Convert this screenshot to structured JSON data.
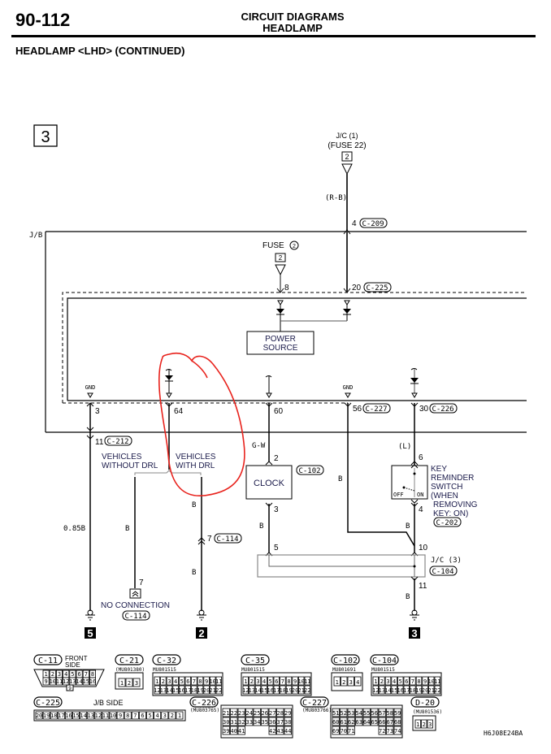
{
  "header": {
    "page_number": "90-112",
    "section": "CIRCUIT DIAGRAMS",
    "subsection": "HEADLAMP"
  },
  "diagram_title": "HEADLAMP <LHD> (CONTINUED)",
  "sheet_number": "3",
  "top_feed": {
    "source_line1": "J/C (1)",
    "source_line2": "(FUSE 22)",
    "fuse_id": "22",
    "terminal_box": "2",
    "wire_color": "(R-B)",
    "pin": "4",
    "connector": "C-209"
  },
  "jb_label": "J/B",
  "fuse2": {
    "label": "FUSE",
    "fuse_id": "2",
    "terminal_box": "2",
    "pin": "8"
  },
  "c225_pin": {
    "pin": "20",
    "connector": "C-225"
  },
  "power_source": {
    "line1": "POWER",
    "line2": "SOURCE"
  },
  "jb_pins": [
    {
      "label": "GND",
      "pin": "3"
    },
    {
      "label": "",
      "pin": "64"
    },
    {
      "label": "",
      "pin": "60"
    },
    {
      "label": "GND",
      "pin": "56",
      "connector": "C-227"
    },
    {
      "label": "",
      "pin": "30",
      "connector": "C-226"
    }
  ],
  "ground_branch": {
    "pin": "11",
    "connector": "C-212",
    "wire": "0.85B",
    "ground_ref": "5"
  },
  "drl_branch": {
    "without_line1": "VEHICLES",
    "without_line2": "WITHOUT DRL",
    "with_line1": "VEHICLES",
    "with_line2": "WITH DRL",
    "without_wire": "B",
    "with_wire_upper": "B",
    "with_wire_lower": "B",
    "with_pin": "7",
    "with_connector": "C-114",
    "nc_pin": "7",
    "nc_label": "NO CONNECTION",
    "nc_connector": "C-114",
    "ground_ref": "2"
  },
  "clock": {
    "label": "CLOCK",
    "wire_in": "G-W",
    "pin_in": "2",
    "connector": "C-102",
    "pin_out": "3",
    "wire_out": "B",
    "jc_pin": "5"
  },
  "gnd56_wire": "B",
  "key_switch": {
    "wire_in": "(L)",
    "pin_in": "6",
    "off_label": "OFF",
    "on_label": "ON",
    "pin_out": "4",
    "wire_out": "B",
    "label_lines": [
      "KEY",
      "REMINDER",
      "SWITCH",
      "(WHEN",
      " REMOVING",
      " KEY: ON)"
    ],
    "connector": "C-202"
  },
  "jc3": {
    "label": "J/C (3)",
    "connector": "C-104",
    "pin_in": "10",
    "pin_out": "11",
    "wire_out": "B",
    "ground_ref": "3"
  },
  "annotation": {
    "color": "#e8221c",
    "description": "hand-drawn red circle around VEHICLES WITH DRL circuit"
  },
  "connectors": {
    "c11": {
      "id": "C-11",
      "note_line1": "FRONT",
      "note_line2": "SIDE",
      "row1": [
        "1",
        "2",
        "3",
        "4",
        "5",
        "6",
        "7",
        "8"
      ],
      "row2": [
        "9",
        "10",
        "11",
        "12",
        "13",
        "14",
        "15",
        "16"
      ],
      "key": "9"
    },
    "c21": {
      "id": "C-21",
      "part": "(MU801380)",
      "pins": [
        "1",
        "2",
        "3"
      ]
    },
    "c32": {
      "id": "C-32",
      "part": "MU801515",
      "row1": [
        "1",
        "2",
        "3",
        "4",
        "5",
        "6",
        "7",
        "8",
        "9",
        "10",
        "11"
      ],
      "row2": [
        "12",
        "13",
        "14",
        "15",
        "16",
        "17",
        "18",
        "19",
        "20",
        "21",
        "22"
      ]
    },
    "c35": {
      "id": "C-35",
      "part": "MU801515",
      "row1": [
        "1",
        "2",
        "3",
        "4",
        "5",
        "6",
        "7",
        "8",
        "9",
        "10",
        "11"
      ],
      "row2": [
        "12",
        "13",
        "14",
        "15",
        "16",
        "17",
        "18",
        "19",
        "20",
        "21",
        "22"
      ]
    },
    "c102": {
      "id": "C-102",
      "part": "MU801691",
      "pins": [
        "1",
        "2",
        "3",
        "4"
      ]
    },
    "c104": {
      "id": "C-104",
      "part": "MU801515",
      "row1": [
        "1",
        "2",
        "3",
        "4",
        "5",
        "6",
        "7",
        "8",
        "9",
        "10",
        "11"
      ],
      "row2": [
        "12",
        "13",
        "14",
        "15",
        "16",
        "17",
        "18",
        "19",
        "20",
        "21",
        "22"
      ]
    },
    "c225": {
      "id": "C-225",
      "note": "J/B SIDE",
      "pins": [
        "20",
        "19",
        "18",
        "17",
        "16",
        "15",
        "14",
        "13",
        "12",
        "11",
        "10",
        "9",
        "8",
        "7",
        "6",
        "5",
        "4",
        "3",
        "2",
        "1"
      ]
    },
    "c226": {
      "id": "C-226",
      "part": "(MU803765)",
      "row1": [
        "21",
        "22",
        "23",
        "24",
        "25",
        "26",
        "27",
        "28",
        "29"
      ],
      "row2": [
        "30",
        "31",
        "32",
        "33",
        "34",
        "35",
        "36",
        "37",
        "38"
      ],
      "row3a": [
        "39",
        "40",
        "41"
      ],
      "row3b": [
        "42",
        "43",
        "44"
      ]
    },
    "c227": {
      "id": "C-227",
      "part": "(MU803766)",
      "row1": [
        "51",
        "52",
        "53",
        "54",
        "55",
        "56",
        "57",
        "58",
        "59"
      ],
      "row2": [
        "60",
        "61",
        "62",
        "63",
        "64",
        "65",
        "66",
        "67",
        "68"
      ],
      "row3a": [
        "69",
        "70",
        "71"
      ],
      "row3b": [
        "72",
        "73",
        "74"
      ]
    },
    "d20": {
      "id": "D-20",
      "part": "(MU801536)",
      "pins": [
        "1",
        "2",
        "3"
      ]
    }
  },
  "figure_code": "H6J08E24BA"
}
